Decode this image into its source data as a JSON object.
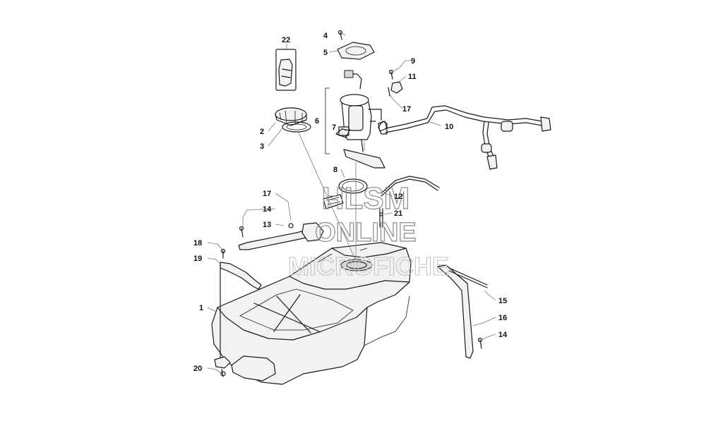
{
  "watermark": {
    "line1": "HLSM",
    "line2": "ONLINE",
    "line3": "MICROFICHE"
  },
  "callouts": {
    "c1": "1",
    "c2": "2",
    "c3": "3",
    "c4": "4",
    "c5": "5",
    "c6": "6",
    "c7": "7",
    "c8": "8",
    "c9": "9",
    "c10": "10",
    "c11": "11",
    "c12": "12",
    "c13": "13",
    "c14a": "14",
    "c14b": "14",
    "c15": "15",
    "c16": "16",
    "c17a": "17",
    "c17b": "17",
    "c18": "18",
    "c19": "19",
    "c20": "20",
    "c21": "21",
    "c22": "22"
  }
}
